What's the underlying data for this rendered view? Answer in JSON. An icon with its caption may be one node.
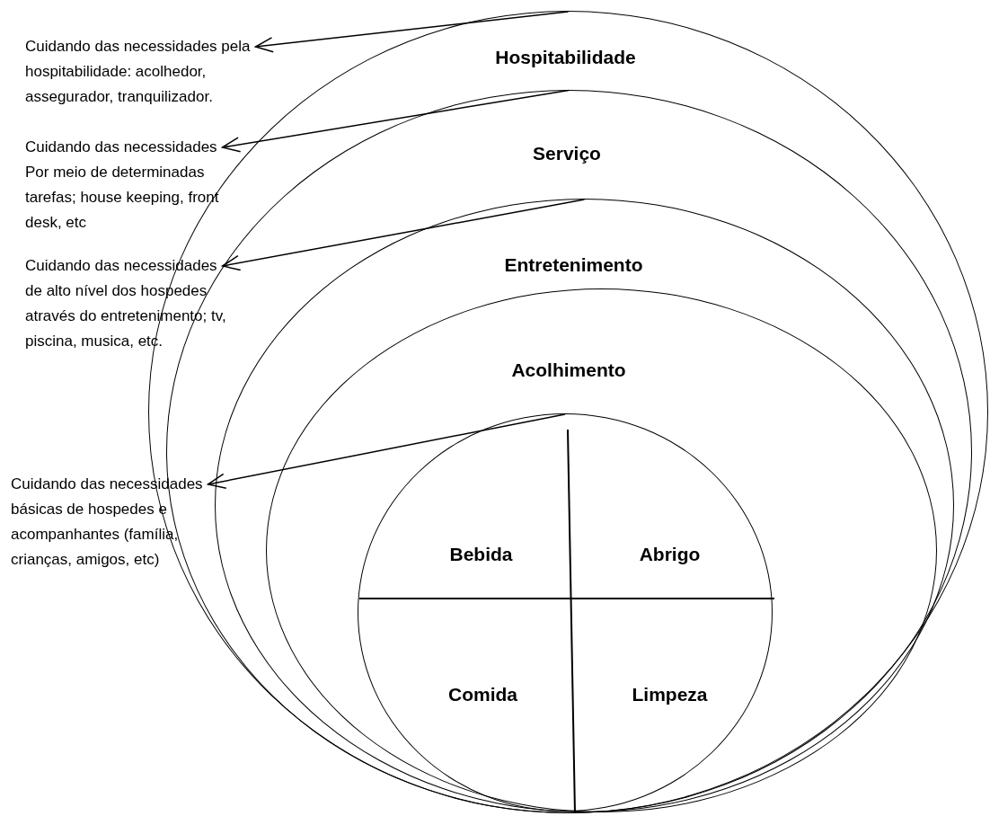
{
  "diagram": {
    "nodes": [
      {
        "text": [
          "Hospitabilidade"
        ]
      },
      {
        "text": [
          "Serviço"
        ],
        "in": 0
      },
      {
        "text": [
          "Entretenimento"
        ],
        "in": 1
      },
      {
        "text": [
          "Acolhimento"
        ],
        "in": 2
      },
      {
        "text": [],
        "shape": "circle",
        "in": 3
      },
      {
        "text": [
          "Bebida"
        ],
        "in": 4
      },
      {
        "text": [
          "Abrigo"
        ],
        "in": 4
      },
      {
        "text": [
          "Comida"
        ],
        "in": 4
      },
      {
        "text": [
          "Limpeza"
        ],
        "in": 4
      },
      {
        "text": [
          "Cuidando das necessidades pela hospitabilidade: acolhedor, assegurador, tranquilizador."
        ]
      },
      {
        "text": [
          "Cuidando das necessidades Por meio de  determinadas tarefas; house keeping, front desk, etc"
        ]
      },
      {
        "text": [
          "Cuidando das necessidades de alto nível dos hospedes através do entretenimento; tv, piscina, musica, etc."
        ]
      },
      {
        "text": [
          "Cuidando das necessidades básicas de hospedes e acompanhantes (família, crianças, amigos, etc)"
        ]
      }
    ],
    "edges": [
      {
        "from": 0,
        "to": 9,
        "arrow": "to"
      },
      {
        "from": 1,
        "to": 10,
        "arrow": "to"
      },
      {
        "from": 2,
        "to": 11,
        "arrow": "to"
      },
      {
        "from": 4,
        "to": 12,
        "arrow": "to"
      }
    ]
  }
}
